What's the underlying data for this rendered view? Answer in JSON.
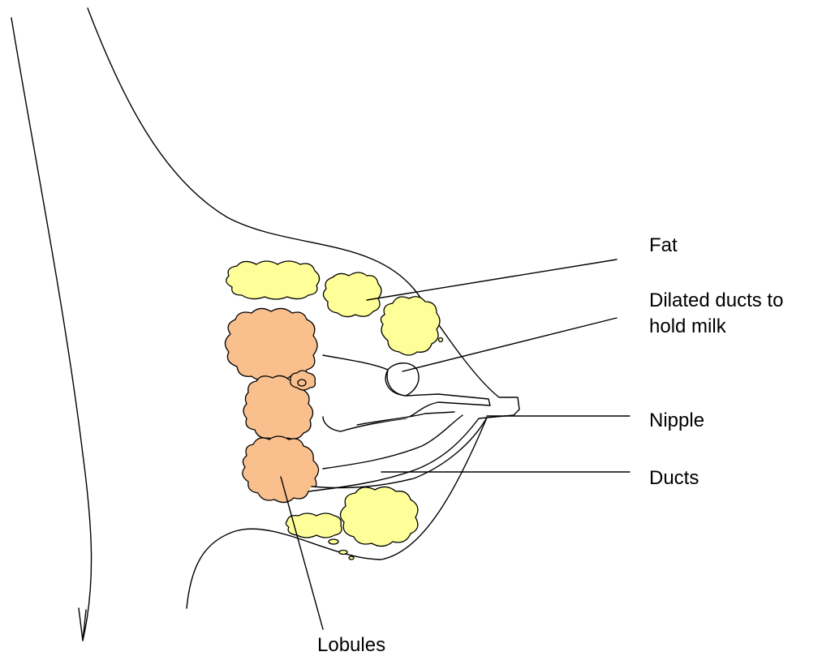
{
  "diagram": {
    "labels": {
      "fat": "Fat",
      "dilated_ducts_line1": "Dilated ducts to",
      "dilated_ducts_line2": "hold milk",
      "nipple": "Nipple",
      "ducts": "Ducts",
      "lobules": "Lobules"
    },
    "colors": {
      "fat_fill": "#ffff99",
      "lobule_fill": "#f9c08e",
      "outline": "#000000",
      "background": "#ffffff"
    }
  }
}
